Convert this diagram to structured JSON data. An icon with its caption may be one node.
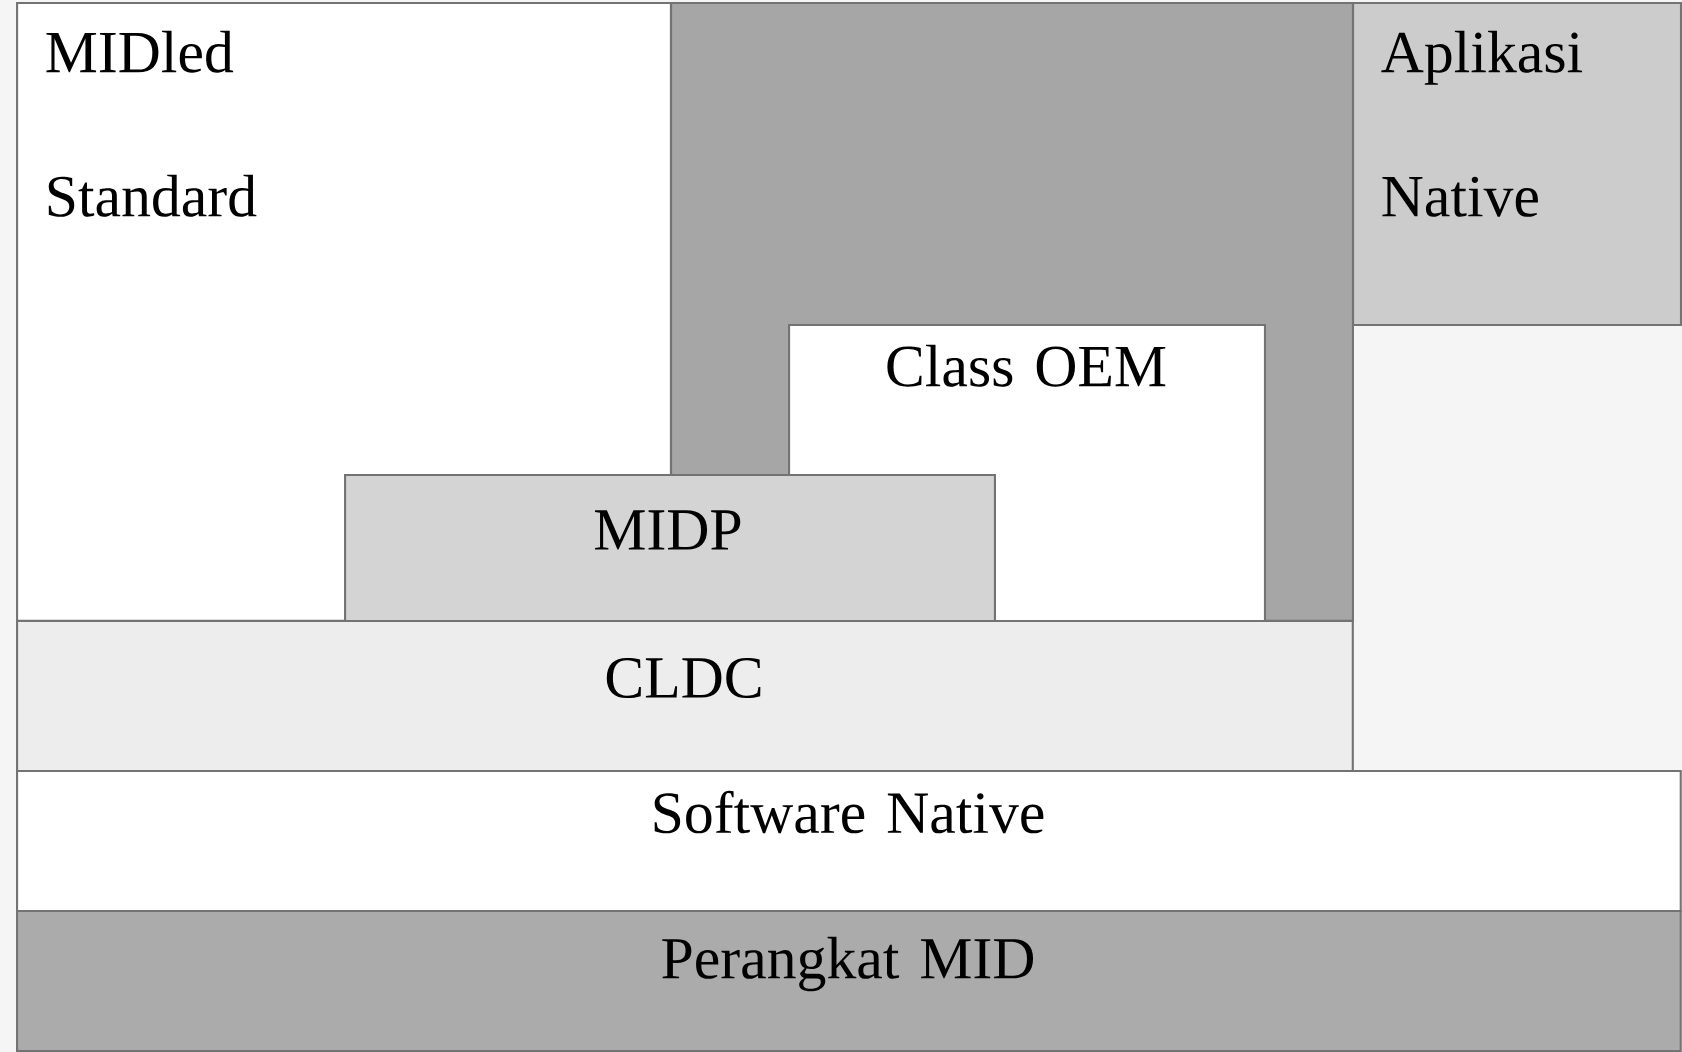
{
  "diagram": {
    "nodes": [
      {
        "text": [
          "MIDled Standard"
        ]
      },
      {
        "text": [],
        "shape": "box"
      },
      {
        "text": [
          "Aplikasi Native"
        ]
      },
      {
        "text": [
          "Class OEM"
        ],
        "in": 1
      },
      {
        "text": [
          "MIDP"
        ]
      },
      {
        "text": [
          "CLDC"
        ]
      },
      {
        "text": [
          "Software Native"
        ]
      },
      {
        "text": [
          "Perangkat MID"
        ]
      }
    ]
  }
}
